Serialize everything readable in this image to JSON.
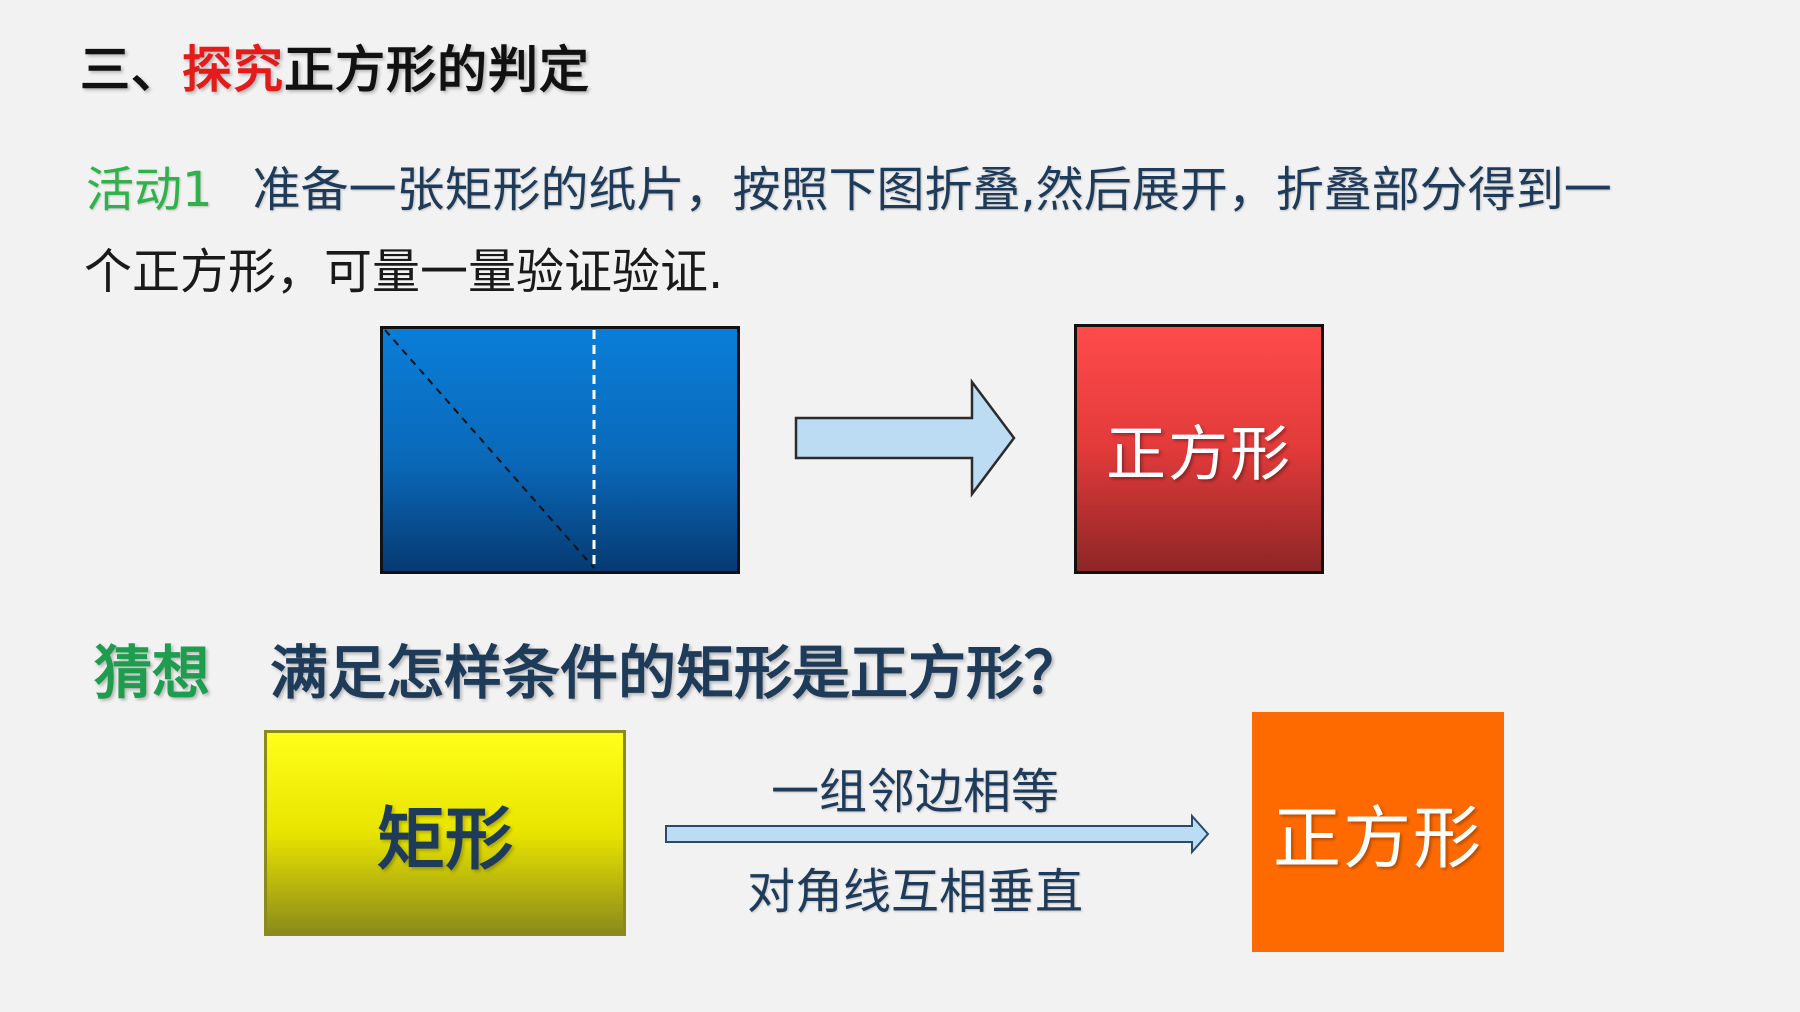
{
  "title": {
    "prefix": "三、",
    "highlight": "探究",
    "rest": "正方形的判定"
  },
  "activity": {
    "label": "活动1",
    "line1_text": "准备一张矩形的纸片，按照下图折叠,然后展开，折叠部分得到一",
    "line2_text": "个正方形，可量一量验证验证."
  },
  "diagram_top": {
    "result_label": "正方形"
  },
  "guess": {
    "label": "猜想",
    "question": "满足怎样条件的矩形是正方形？"
  },
  "diagram_bottom": {
    "source_label": "矩形",
    "condition_1": "一组邻边相等",
    "condition_2": "对角线互相垂直",
    "result_label": "正方形"
  },
  "colors": {
    "title_highlight": "#e31b1b",
    "activity_label": "#2fb24a",
    "guess_label": "#1e9d4e",
    "text_dark_blue": "#1f3b5a",
    "paper_blue": "#0a7ed8",
    "square_red": "#e23a3a",
    "rect_yellow": "#e8e400",
    "square_orange": "#ff6a00",
    "arrow_fill": "#bcdcf3"
  }
}
